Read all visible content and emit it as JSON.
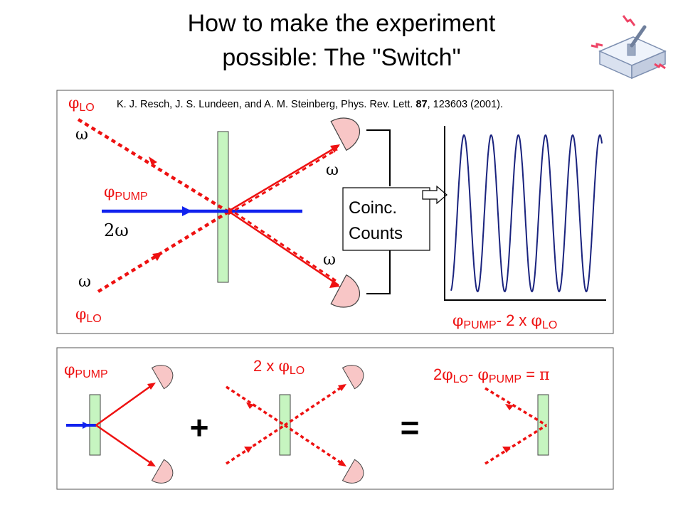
{
  "title": {
    "line1": "How to make the experiment",
    "line2": "possible: The \"Switch\""
  },
  "citation": {
    "authors": "K. J. Resch, J. S. Lundeen, and A. M. Steinberg, Phys. Rev. Lett. ",
    "volume": "87",
    "rest": ", 123603 (2001)."
  },
  "symbols": {
    "phi": "φ",
    "omega": "ω",
    "pi": "π",
    "lo": "LO",
    "pump": "PUMP"
  },
  "top_panel": {
    "two_omega": "2ω",
    "coinc_line1": "Coinc.",
    "coinc_line2": "Counts",
    "axis_minus": "- 2 x "
  },
  "bottom_panel": {
    "two_x": "2 x ",
    "coef_two": "2",
    "minus": "- ",
    "equals_pi": " = ",
    "plus_sign": "+",
    "equals_sign": "="
  },
  "colors": {
    "beam_red": "#ee1111",
    "pump_blue": "#1122ee",
    "crystal_green": "#c6f5c0",
    "detector_pink": "#f8c6c6",
    "fringe_navy": "#1a237e"
  }
}
